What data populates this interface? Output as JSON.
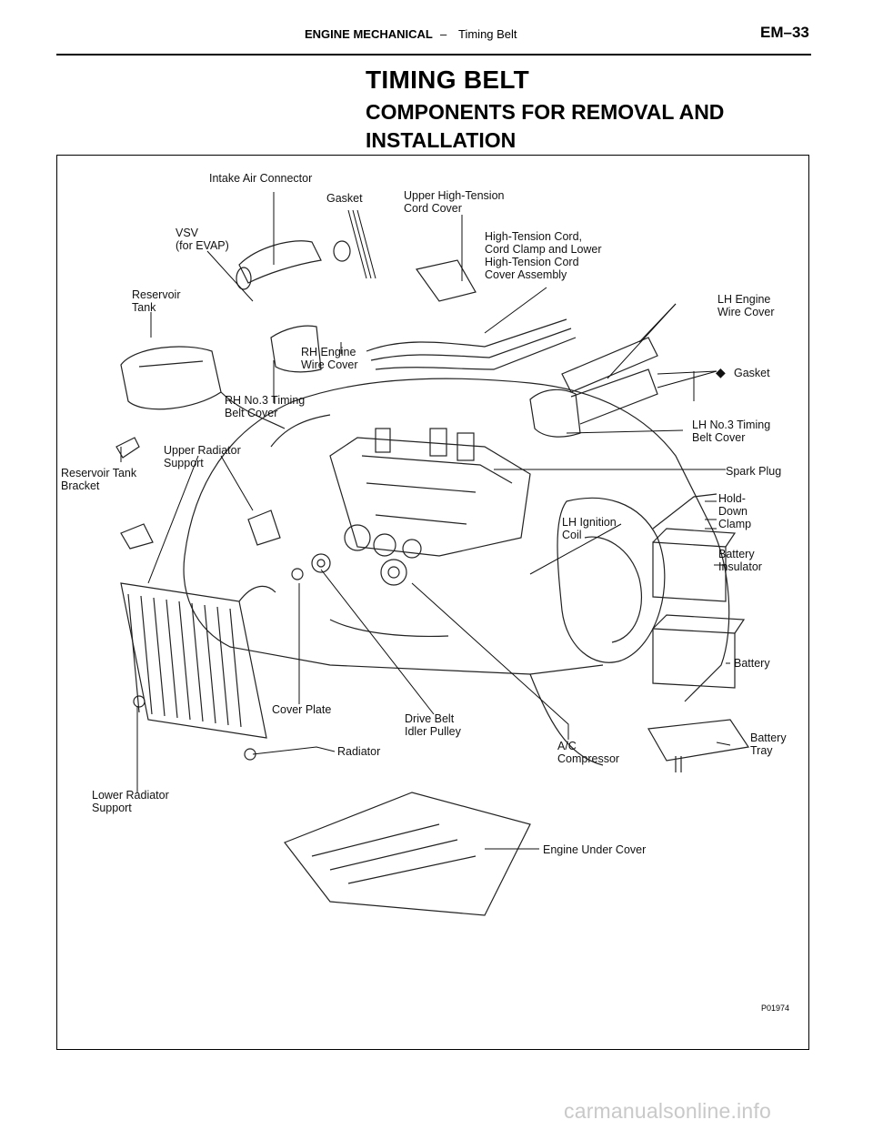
{
  "header": {
    "section": "ENGINE MECHANICAL",
    "separator": "–",
    "subsection": "Timing Belt",
    "page": "EM–33"
  },
  "title": "TIMING BELT",
  "subtitle": "COMPONENTS FOR REMOVAL AND INSTALLATION",
  "figure": {
    "number": "P01974",
    "labels": {
      "intake_air_connector": "Intake Air Connector",
      "gasket_top": "Gasket",
      "upper_ht_cover": "Upper High-Tension\nCord Cover",
      "vsv": "VSV\n(for EVAP)",
      "ht_cord_assembly": "High-Tension Cord,\nCord Clamp and Lower\nHigh-Tension Cord\nCover Assembly",
      "reservoir_tank": "Reservoir\nTank",
      "lh_wire_cover": "LH Engine\nWire Cover",
      "rh_wire_cover": "RH Engine\nWire Cover",
      "gasket_right": "Gasket",
      "gasket_symbol": "◆",
      "rh_timing_cover": "RH No.3 Timing\nBelt Cover",
      "lh_timing_cover": "LH No.3 Timing\nBelt Cover",
      "upper_rad_support": "Upper Radiator\nSupport",
      "reservoir_bracket": "Reservoir Tank\nBracket",
      "spark_plug": "Spark Plug",
      "hold_down_clamp": "Hold-\nDown\nClamp",
      "lh_ignition_coil": "LH Ignition\nCoil",
      "battery_insulator": "Battery\nInsulator",
      "battery": "Battery",
      "cover_plate": "Cover Plate",
      "idler_pulley": "Drive Belt\nIdler Pulley",
      "ac_compressor": "A/C\nCompressor",
      "battery_tray": "Battery\nTray",
      "radiator": "Radiator",
      "lower_rad_support": "Lower Radiator\nSupport",
      "engine_under_cover": "Engine Under Cover"
    }
  },
  "watermark": "carmanualsonline.info"
}
